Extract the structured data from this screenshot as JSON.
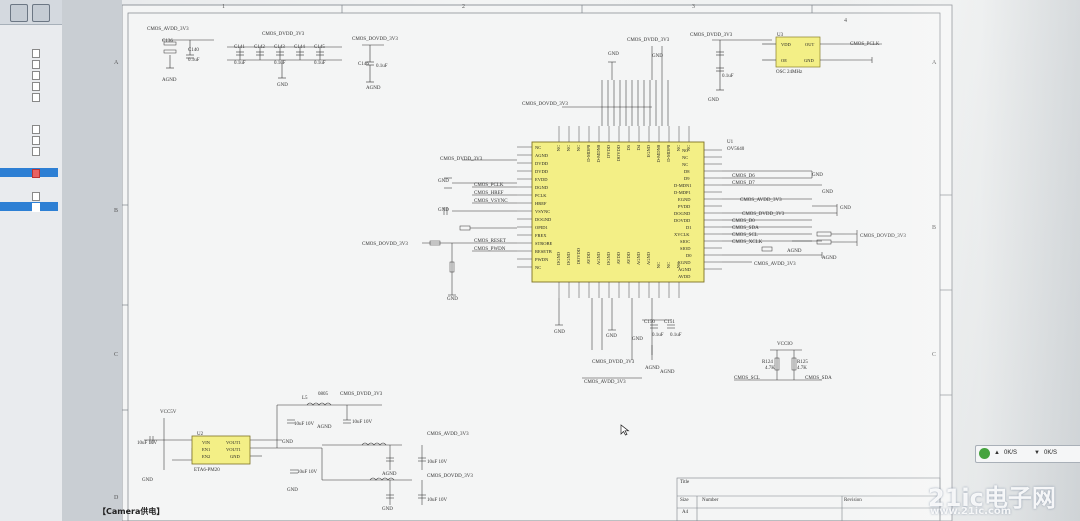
{
  "caption": "【Camera供电】",
  "status_tray": {
    "up_speed": "0K/S",
    "down_speed": "0K/S"
  },
  "watermark": {
    "main": "21ic电子网",
    "sub": "www.21ic.com"
  },
  "sheet": {
    "zone_top": [
      "1",
      "2",
      "3",
      "4"
    ],
    "zone_side": [
      "A",
      "B",
      "C",
      "D"
    ],
    "title_block": {
      "title": "Title",
      "size": "Size",
      "size_value": "A4",
      "number": "Number",
      "revision": "Revision"
    },
    "nets": {
      "cmos_avdd": "CMOS_AVDD_3V3",
      "cmos_dvdd": "CMOS_DVDD_3V3",
      "cmos_dovdd": "CMOS_DOVDD_3V3",
      "cmos_pclk": "CMOS_PCLK",
      "cmos_vsync": "CMOS_VSYNC",
      "cmos_href": "CMOS_HREF",
      "cmos_reset": "CMOS_RESET",
      "cmos_pwdn": "CMOS_PWDN",
      "cmos_d6": "CMOS_D6",
      "cmos_d7": "CMOS_D7",
      "cmos_d0": "CMOS_D0",
      "cmos_sda": "CMOS_SDA",
      "cmos_scl": "CMOS_SCL",
      "cmos_xclk": "CMOS_XCLK",
      "agnd": "AGND",
      "gnd": "GND",
      "vccio": "VCCIO",
      "vcc5v": "VCC5V"
    },
    "parts": {
      "u1": "U1",
      "u1_part": "OV5640",
      "u2": "U2",
      "u2_part": "ETA6-PM20",
      "u3": "U3",
      "u3_part": "OSC 24MHz",
      "osc_pins": [
        "VDD",
        "OUT",
        "OE",
        "GND"
      ],
      "reg_pins": [
        "VIN",
        "VOUT1",
        "EN1",
        "VOUT1",
        "EN2",
        "GND"
      ],
      "r_pullup1": "R124",
      "r_pullup1_val": "4.7K",
      "r_pullup2": "R125",
      "r_pullup2_val": "4.7K",
      "caps": [
        "C136",
        "C140",
        "C141",
        "C142",
        "C143",
        "C144",
        "C145",
        "C146",
        "C150",
        "C151"
      ],
      "cap_val": "0.1uF",
      "cap_val_bulk": "10uF 10V",
      "inductor": "L5",
      "ferrite": "0805"
    },
    "chip_left_pins": [
      "NC",
      "AGND",
      "DVDD",
      "DVDD",
      "EVDD",
      "DGND",
      "PCLK",
      "HREF",
      "VSYNC",
      "DOGND",
      "OPID1",
      "FREX",
      "STROBE",
      "RESETB",
      "PWDN",
      "NC"
    ],
    "chip_right_pins": [
      "NC",
      "NC",
      "NC",
      "D8",
      "D9",
      "D-MDN1",
      "D-MDP1",
      "EGND",
      "PVDD",
      "DOGND",
      "DOVDD",
      "D1",
      "XVCLK",
      "SIOC",
      "SIOD",
      "D0",
      "EGND",
      "AGND",
      "AVDD"
    ],
    "chip_top_pins": [
      "NC",
      "NC",
      "NC",
      "D-MDP0",
      "D-MDN0",
      "DVDD",
      "DOVDD",
      "D5",
      "D4",
      "EGND",
      "D-MDN0",
      "D-MDP0",
      "NC",
      "NC"
    ],
    "chip_bottom_pins": [
      "DGND",
      "DGND",
      "DOVDD",
      "AVDD",
      "AGND",
      "DGND",
      "AVDD",
      "AVDD",
      "AGND",
      "AGND",
      "NC",
      "NC",
      "NC"
    ]
  }
}
